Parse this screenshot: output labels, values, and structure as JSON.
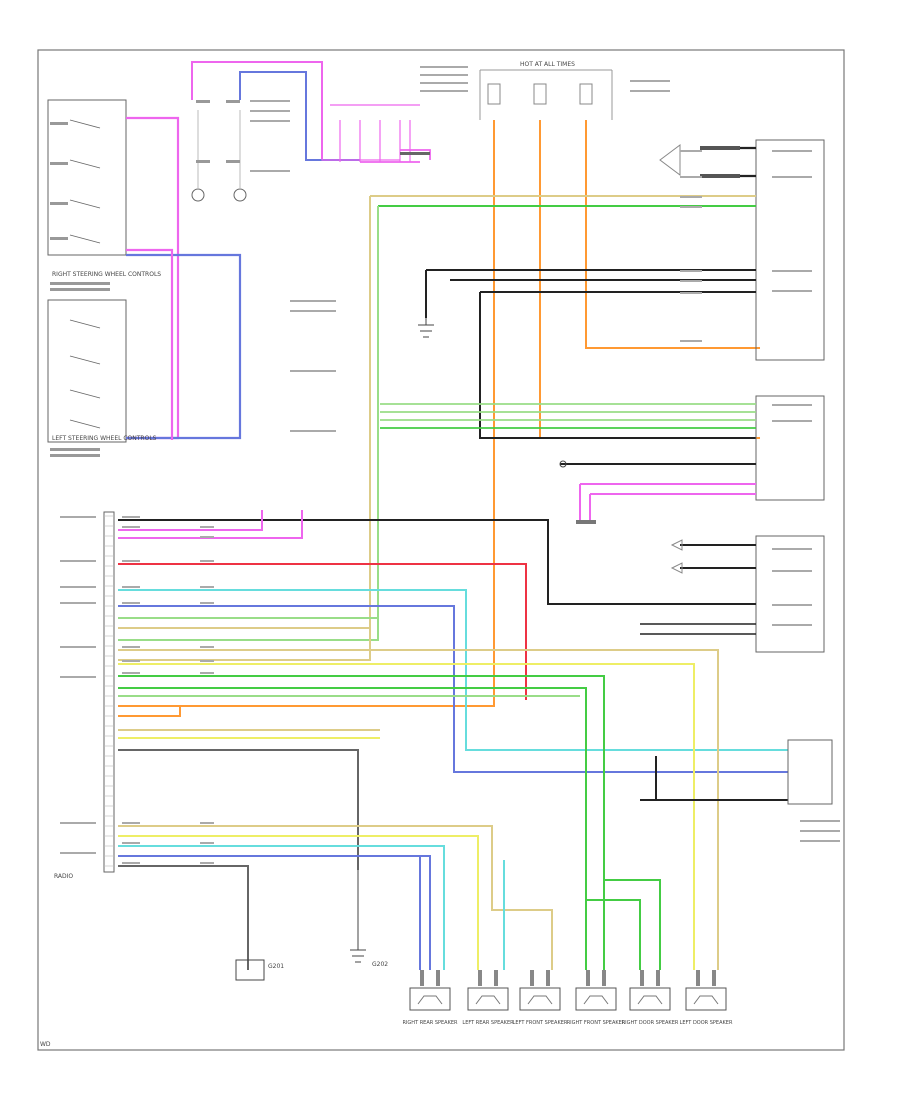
{
  "colors": {
    "pink": "#ee66ee",
    "blue": "#6677dd",
    "green": "#44cc44",
    "lightgreen": "#99dd88",
    "yellow": "#eeee66",
    "tan": "#ddcc88",
    "orange": "#ff9933",
    "red": "#ee3344",
    "cyan": "#66dddd",
    "black": "#222222",
    "gray": "#666666",
    "outline": "#555555"
  },
  "labels": {
    "left_sw": "LEFT STEERING WHEEL CONTROLS",
    "right_sw": "RIGHT STEERING WHEEL CONTROLS",
    "radio": "RADIO",
    "hot_at_all_times": "HOT AT ALL TIMES",
    "footer_code": "WD"
  },
  "speakers": [
    {
      "id": "rr",
      "label": "RIGHT REAR SPEAKER"
    },
    {
      "id": "lr",
      "label": "LEFT REAR SPEAKER"
    },
    {
      "id": "lf",
      "label": "LEFT FRONT SPEAKER"
    },
    {
      "id": "rf",
      "label": "RIGHT FRONT SPEAKER"
    },
    {
      "id": "rd",
      "label": "RIGHT DOOR SPEAKER"
    },
    {
      "id": "ld",
      "label": "LEFT DOOR SPEAKER"
    }
  ],
  "grounds": [
    {
      "id": "g1",
      "label": "G201"
    },
    {
      "id": "g2",
      "label": "G202"
    }
  ]
}
